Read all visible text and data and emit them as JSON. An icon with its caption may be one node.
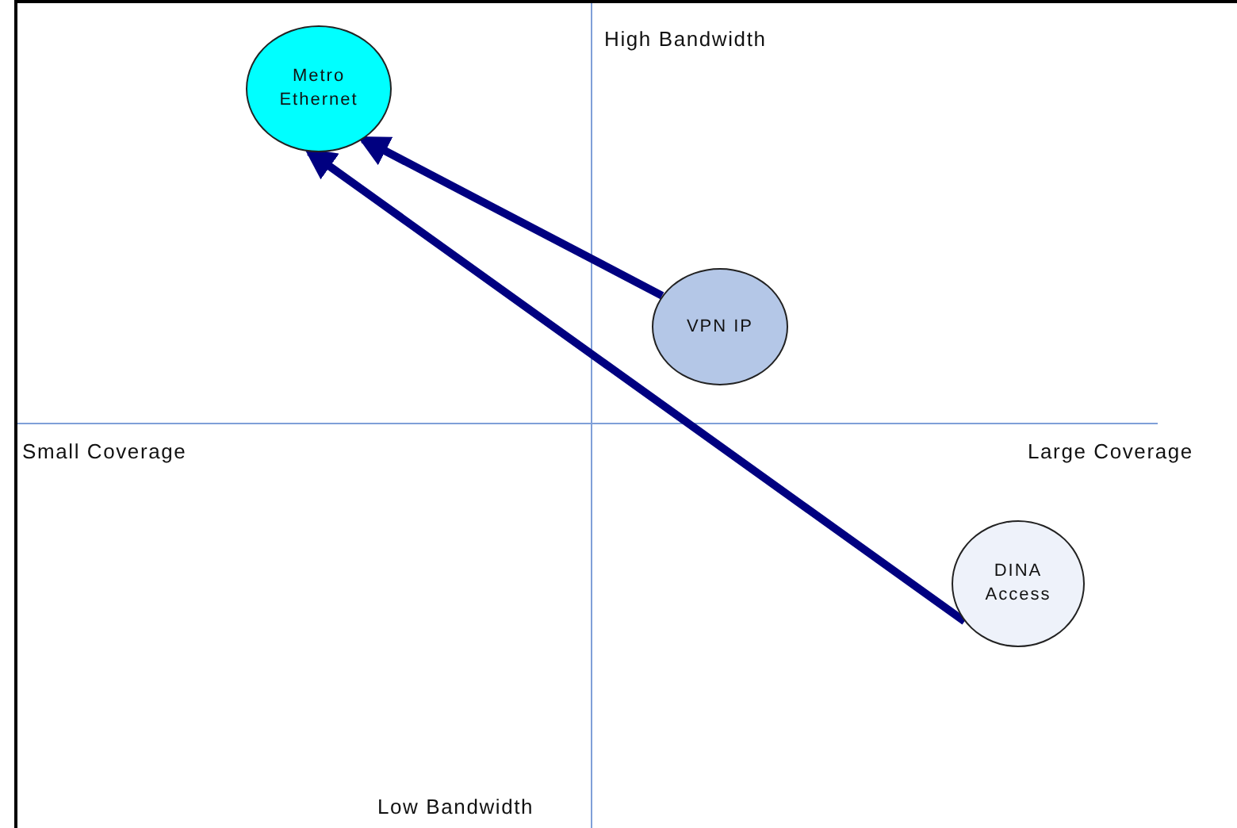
{
  "diagram": {
    "nodes": [
      {
        "text": [
          "Metro Ethernet"
        ]
      },
      {
        "text": [
          "VPN IP"
        ]
      },
      {
        "text": [
          "DINA Access"
        ]
      }
    ],
    "edges": [
      {
        "from": 1,
        "to": 0,
        "arrow": "to"
      },
      {
        "from": 2,
        "to": 0,
        "arrow": "to"
      }
    ],
    "labels": [
      "High Bandwidth",
      "Small Coverage",
      "Large Coverage",
      "Low Bandwidth"
    ]
  }
}
